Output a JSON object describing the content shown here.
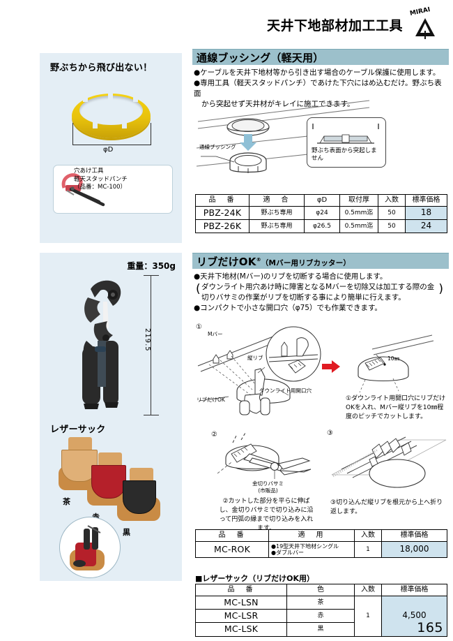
{
  "header": {
    "title": "天井下地部材加工工具",
    "logo_text": "MIRAI",
    "logo_icon": "mirai-triangle-logo"
  },
  "page_number": "165",
  "left_column": {
    "panel_a": {
      "heading": "野ぶちから飛び出ない！",
      "product_image_alt": "yellow-bushing-ring",
      "dimension_label": "φD",
      "inset": {
        "line1": "穴あけ工具",
        "line2": "軽天スタッドパンチ",
        "line3": "（品番：MC-100）",
        "image_alt": "stud-punch-tool"
      }
    },
    "panel_b": {
      "weight": "重量：350g",
      "height_dimension": "219.5",
      "tool_image_alt": "rib-cutter-tool",
      "leather_heading": "レザーサック",
      "sacks": [
        {
          "color_label": "茶",
          "color_hex": "#c98b45"
        },
        {
          "color_label": "赤",
          "color_hex": "#b5202a"
        },
        {
          "color_label": "黒",
          "color_hex": "#2b2b2b"
        }
      ],
      "inset_alt": "leather-sack-with-tool-closeup"
    }
  },
  "section_bushing": {
    "title": "通線ブッシング（軽天用）",
    "bullets": [
      "●ケーブルを天井下地材等から引き出す場合のケーブル保護に使用します。",
      "●専用工具（軽天スタッドパンチ）であけた下穴にはめ込むだけ。野ぶち表面",
      "から突起せず天井材がキレイに施工できます。"
    ],
    "diagram": {
      "label_bushing": "通線ブッシング",
      "callout_text": "野ぶち表面から突起しません",
      "alt": "bushing-insertion-diagram"
    },
    "table": {
      "headers": [
        "品　番",
        "適　合",
        "φD",
        "取付厚",
        "入数",
        "標準価格"
      ],
      "rows": [
        {
          "code": "PBZ-24K",
          "fit": "野ぶち専用",
          "diameter": "φ24",
          "thickness": "0.5mm迄",
          "qty": "50",
          "price": "18"
        },
        {
          "code": "PBZ-26K",
          "fit": "野ぶち専用",
          "diameter": "φ26.5",
          "thickness": "0.5mm迄",
          "qty": "50",
          "price": "24"
        }
      ]
    }
  },
  "section_ribcutter": {
    "title_main": "リブだけOK",
    "title_reg": "®",
    "title_sub": "（Mバー用リブカッター）",
    "bullets": [
      "●天井下地材(Mバー)のリブを切断する場合に使用します。",
      "ダウンライト用穴あけ時に障害となるMバーを切除又は加工する際の金",
      "切りバサミの作業がリブを切断する事により簡単に行えます。",
      "●コンパクトで小さな開口穴（φ75）でも作業できます。"
    ],
    "steps": [
      {
        "number": "①",
        "labels": [
          "Mバー",
          "縦リブ",
          "ダウンライト用開口穴",
          "リブだけOK"
        ],
        "detail_label": "10㎜",
        "caption": "①ダウンライト用開口穴にリブだけOKを入れ、Mバー縦リブを10㎜程度のピッチでカットします。"
      },
      {
        "number": "②",
        "labels": [
          "金切りバサミ",
          "(市販品)"
        ],
        "caption": "②カットした部分を平らに伸ばし、金切りバサミで切り込みに沿って円弧の縁まで切り込みを入れます。"
      },
      {
        "number": "③",
        "labels": [],
        "caption": "③切り込んだ縦リブを根元から上へ折り返します。"
      }
    ],
    "table": {
      "headers": [
        "品　番",
        "適　用",
        "入数",
        "標準価格"
      ],
      "rows": [
        {
          "code": "MC-ROK",
          "use_line1": "●19型天井下地材シングル",
          "use_line2": "●ダブルバー",
          "qty": "1",
          "price": "18,000"
        }
      ]
    }
  },
  "section_leather": {
    "caption": "■レザーサック（リブだけOK用）",
    "table": {
      "headers": [
        "品　番",
        "色",
        "入数",
        "標準価格"
      ],
      "rows": [
        {
          "code": "MC-LSN",
          "color": "茶"
        },
        {
          "code": "MC-LSR",
          "color": "赤"
        },
        {
          "code": "MC-LSK",
          "color": "黒"
        }
      ],
      "qty": "1",
      "price": "4,500"
    }
  },
  "colors": {
    "section_bar": "#9cc0cb",
    "panel_bg": "#e4eef5",
    "price_cell": "#cfe3ee",
    "accent_red": "#e01b22",
    "bushing_yellow": "#f0cc10"
  }
}
